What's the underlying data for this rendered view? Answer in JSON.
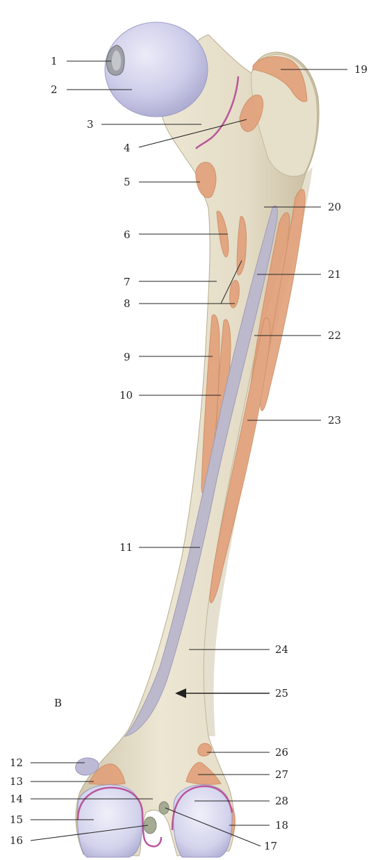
{
  "figure": {
    "panel_letter": "B",
    "colors": {
      "bone": "#e8e1cc",
      "bone_shadow": "#c9bea3",
      "cartilage": "#cfd0ec",
      "muscle_attachment": "#e2a07a",
      "capsule_line": "#b9569a",
      "groove": "#bdb9cd",
      "leader_line": "#222222"
    },
    "labels": [
      {
        "id": "1",
        "text": "1"
      },
      {
        "id": "2",
        "text": "2"
      },
      {
        "id": "3",
        "text": "3"
      },
      {
        "id": "4",
        "text": "4"
      },
      {
        "id": "5",
        "text": "5"
      },
      {
        "id": "6",
        "text": "6"
      },
      {
        "id": "7",
        "text": "7"
      },
      {
        "id": "8",
        "text": "8"
      },
      {
        "id": "9",
        "text": "9"
      },
      {
        "id": "10",
        "text": "10"
      },
      {
        "id": "11",
        "text": "11"
      },
      {
        "id": "12",
        "text": "12"
      },
      {
        "id": "13",
        "text": "13"
      },
      {
        "id": "14",
        "text": "14"
      },
      {
        "id": "15",
        "text": "15"
      },
      {
        "id": "16",
        "text": "16"
      },
      {
        "id": "17",
        "text": "17"
      },
      {
        "id": "18",
        "text": "18"
      },
      {
        "id": "19",
        "text": "19"
      },
      {
        "id": "20",
        "text": "20"
      },
      {
        "id": "21",
        "text": "21"
      },
      {
        "id": "22",
        "text": "22"
      },
      {
        "id": "23",
        "text": "23"
      },
      {
        "id": "24",
        "text": "24"
      },
      {
        "id": "25",
        "text": "25"
      },
      {
        "id": "26",
        "text": "26"
      },
      {
        "id": "27",
        "text": "27"
      },
      {
        "id": "28",
        "text": "28"
      }
    ]
  }
}
